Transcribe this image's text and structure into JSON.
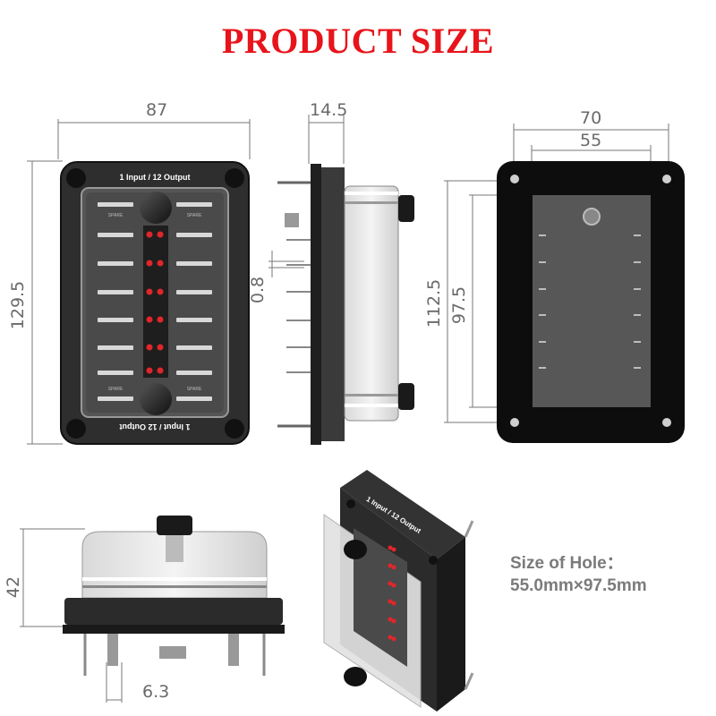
{
  "title": "PRODUCT SIZE",
  "dimensions": {
    "front_width": "87",
    "front_height": "129.5",
    "side_depth": "14.5",
    "side_gap": "0.8",
    "back_outer_width": "70",
    "back_inner_width": "55",
    "back_outer_height": "112.5",
    "back_inner_height": "97.5",
    "bottom_height": "42",
    "bottom_terminal": "6.3"
  },
  "labels": {
    "top_label": "1 Input / 12 Output",
    "bottom_label": "1 Input / 12 Output",
    "spare": "SPARE",
    "iso_label": "1 Input / 12 Output"
  },
  "hole": {
    "line1": "Size of Hole：",
    "line2": "55.0mm×97.5mm"
  },
  "colors": {
    "title": "#e8141b",
    "led": "#e0262a",
    "body": "#2b2b2b",
    "dimension_text": "#6a6a6a"
  }
}
